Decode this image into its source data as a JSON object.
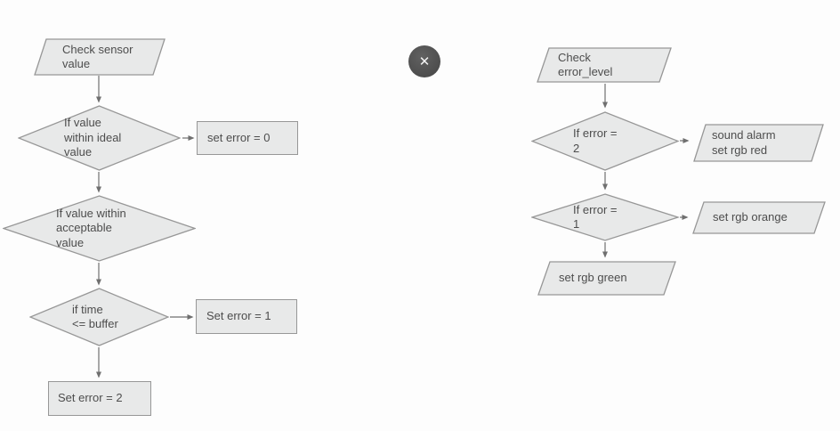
{
  "colors": {
    "background": "#fdfdfd",
    "shape_fill": "#e8e9e9",
    "shape_border": "#979797",
    "text": "#4d4d4d",
    "arrow": "#6f6f6f",
    "close_button_bg": "#4e4e4e",
    "close_button_glyph": "#f2f2f2"
  },
  "close_button": {
    "icon": "close-icon",
    "glyph": "✕"
  },
  "flowchart_left": {
    "nodes": {
      "start": {
        "type": "parallelogram",
        "label": "Check sensor\nvalue"
      },
      "decision_ideal": {
        "type": "decision",
        "label": "If value\nwithin ideal\nvalue"
      },
      "set_error_0": {
        "type": "process",
        "label": "set error = 0"
      },
      "decision_acceptable": {
        "type": "decision",
        "label": "If value within\nacceptable\nvalue"
      },
      "decision_time": {
        "type": "decision",
        "label": "if time\n<= buffer"
      },
      "set_error_1": {
        "type": "process",
        "label": "Set error = 1"
      },
      "set_error_2": {
        "type": "process",
        "label": "Set error = 2"
      }
    }
  },
  "flowchart_right": {
    "nodes": {
      "start": {
        "type": "parallelogram",
        "label": "Check\nerror_level"
      },
      "decision_error_2": {
        "type": "decision",
        "label": "If error =\n2"
      },
      "alarm_red": {
        "type": "parallelogram",
        "label": "sound alarm\nset rgb red"
      },
      "decision_error_1": {
        "type": "decision",
        "label": "If error =\n1"
      },
      "rgb_orange": {
        "type": "parallelogram",
        "label": "set rgb orange"
      },
      "rgb_green": {
        "type": "parallelogram",
        "label": "set rgb green"
      }
    }
  }
}
